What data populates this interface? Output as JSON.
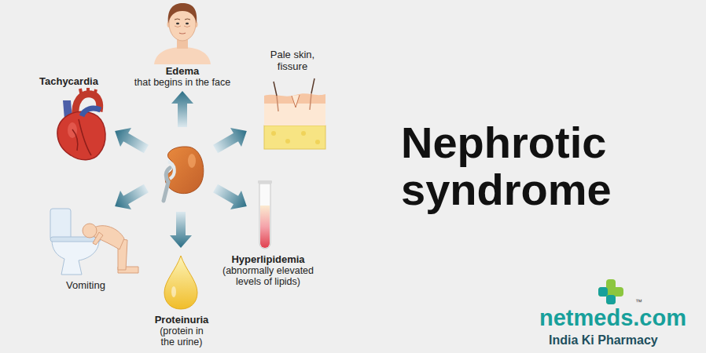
{
  "diagram": {
    "title": "Nephrotic syndrome",
    "nodes": [
      {
        "text": [
          "Edema",
          "that begins in the face"
        ]
      },
      {
        "text": [
          "Tachycardia"
        ]
      },
      {
        "text": [
          "Pale skin, fissure"
        ]
      },
      {
        "text": [
          "Vomiting"
        ]
      },
      {
        "text": [
          "Proteinuria",
          "(protein in the urine)"
        ]
      },
      {
        "text": [
          "Hyperlipidemia",
          "(abnormally elevated levels of lipids)"
        ]
      }
    ],
    "labels": [
      "netmeds.com",
      "™",
      "India Ki Pharmacy"
    ]
  }
}
